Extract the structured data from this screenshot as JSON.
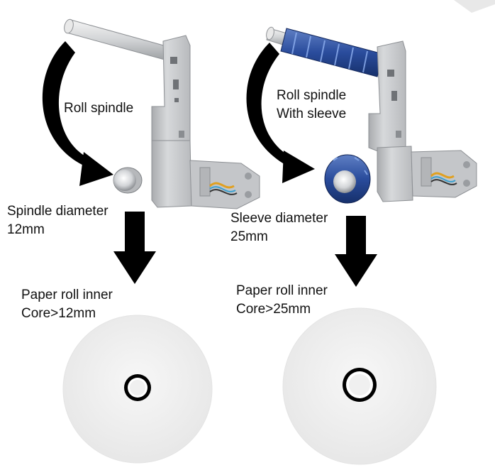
{
  "left_panel": {
    "spindle_label": "Roll spindle",
    "diameter_line1": "Spindle diameter",
    "diameter_line2": "12mm",
    "core_line1": "Paper roll inner",
    "core_line2": "Core>12mm"
  },
  "right_panel": {
    "spindle_line1": "Roll spindle",
    "spindle_line2": "With sleeve",
    "diameter_line1": "Sleeve diameter",
    "diameter_line2": "25mm",
    "core_line1": "Paper roll inner",
    "core_line2": "Core>25mm"
  },
  "colors": {
    "bracket": "#c9cbcd",
    "sleeve": "#2a4c9c",
    "arrow": "#000000",
    "paper": "#f2f2f2"
  }
}
